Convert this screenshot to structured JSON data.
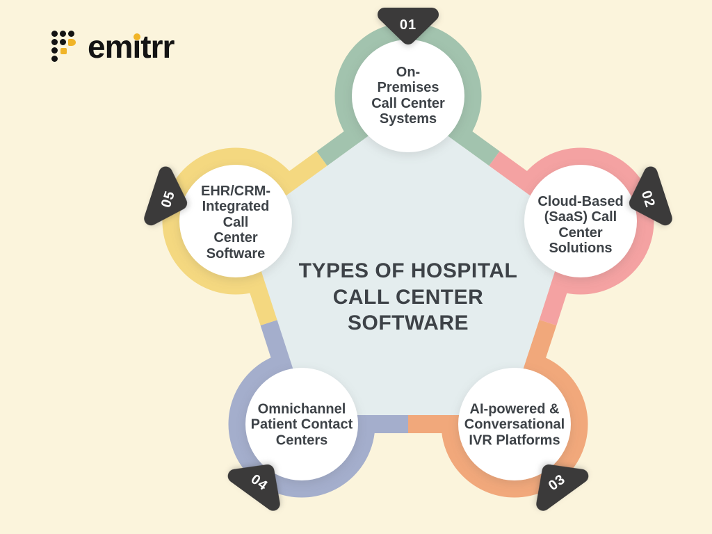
{
  "logo": {
    "brand": "emitrr"
  },
  "title": {
    "text": "TYPES OF HOSPITAL\nCALL CENTER\nSOFTWARE"
  },
  "items": [
    {
      "number": "01",
      "label": "On-\nPremises\nCall Center\nSystems",
      "color": "#a2c3ae"
    },
    {
      "number": "02",
      "label": "Cloud-Based\n(SaaS) Call\nCenter\nSolutions",
      "color": "#f4a2a2"
    },
    {
      "number": "03",
      "label": "AI-powered &\nConversational\nIVR Platforms",
      "color": "#f1a87b"
    },
    {
      "number": "04",
      "label": "Omnichannel\nPatient Contact\nCenters",
      "color": "#a4aecc"
    },
    {
      "number": "05",
      "label": "EHR/CRM-\nIntegrated\nCall\nCenter\nSoftware",
      "color": "#f4d880"
    }
  ],
  "palette": {
    "background": "#fbf4dc",
    "center_pentagon": "#e4edee",
    "badge": "#3b3a3a",
    "badge_text": "#ffffff",
    "circle_fill": "#ffffff",
    "text": "#3d4247",
    "logo_black": "#141414",
    "logo_yellow": "#f0b428"
  }
}
